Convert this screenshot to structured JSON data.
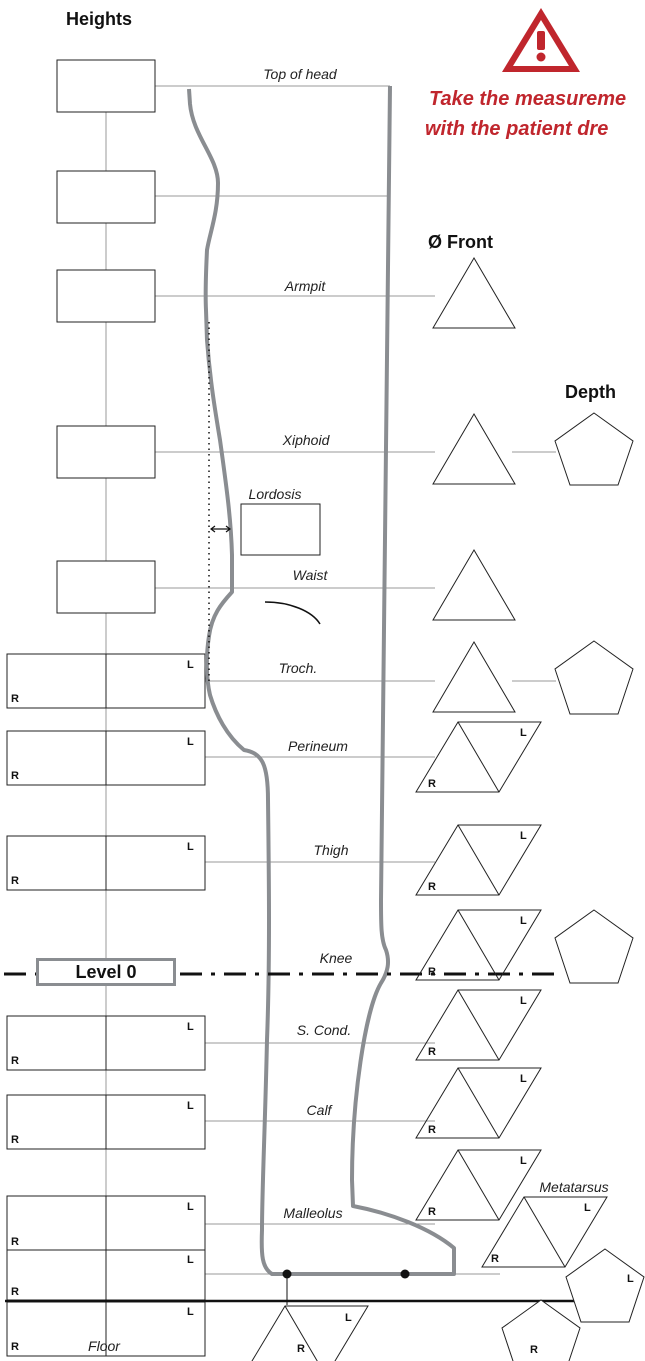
{
  "titles": {
    "heights": "Heights",
    "front": "Ø Front",
    "depth": "Depth"
  },
  "warning": {
    "line1": "Take the measureme",
    "line2": "with the patient dre",
    "icon": "warning-triangle-icon",
    "color": "#c0262d"
  },
  "level_zero": "Level 0",
  "side_labels": {
    "left": "L",
    "right": "R"
  },
  "landmarks": {
    "top_of_head": "Top of head",
    "armpit": "Armpit",
    "xiphoid": "Xiphoid",
    "lordosis": "Lordosis",
    "waist": "Waist",
    "troch": "Troch.",
    "perineum": "Perineum",
    "thigh": "Thigh",
    "knee": "Knee",
    "s_cond": "S. Cond.",
    "calf": "Calf",
    "malleolus": "Malleolus",
    "metatarsus": "Metatarsus",
    "floor": "Floor"
  },
  "colors": {
    "outline": "#8a8d91",
    "ink": "#111111",
    "thin_line": "#9a9a9a"
  }
}
